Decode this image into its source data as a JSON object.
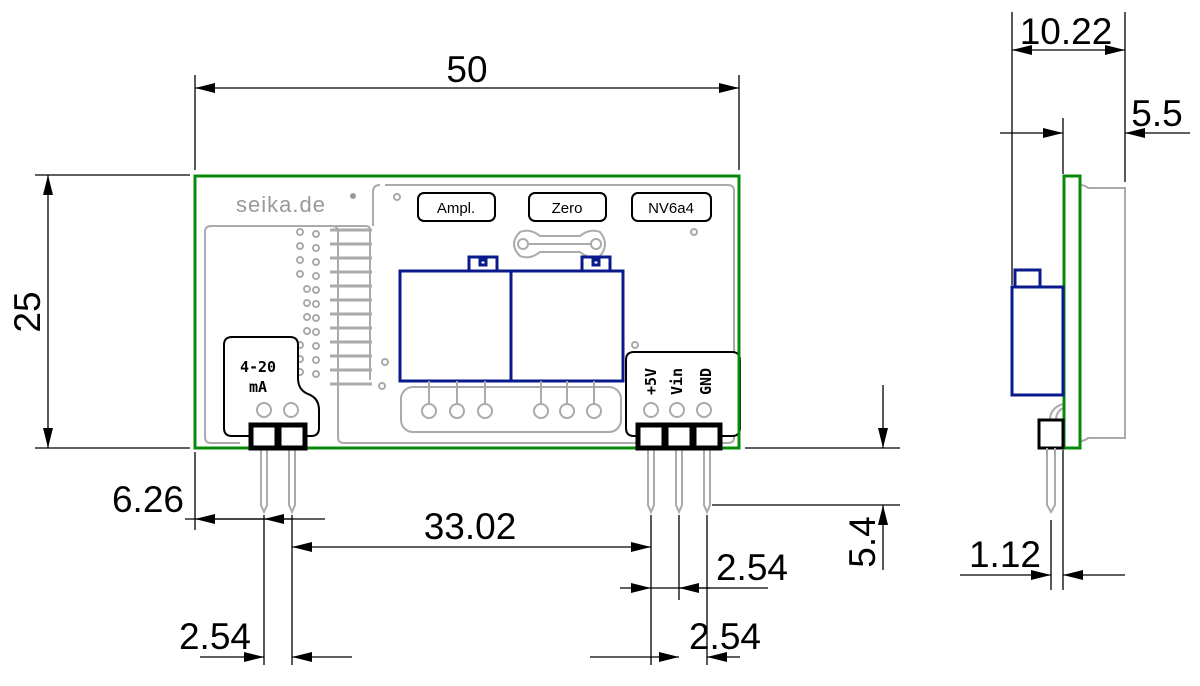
{
  "title": "Seika NV6a4 dimension drawing",
  "colors": {
    "pcb": "#0a8a0a",
    "component": "#0a1a8c",
    "silkscreen": "#aaaaaa"
  },
  "board": {
    "logo": "seika.de",
    "labels": {
      "ampl": "Ampl.",
      "zero": "Zero",
      "model": "NV6a4"
    },
    "output_label_line1": "4-20",
    "output_label_line2": "mA",
    "pin_labels": [
      "+5V",
      "Vin",
      "GND"
    ]
  },
  "dimensions": {
    "width": "50",
    "height": "25",
    "depth": "10.22",
    "back_height": "5.5",
    "left_pin_offset": "6.26",
    "pin_group_spacing": "33.02",
    "right_pitch_upper": "2.54",
    "pin_length": "5.4",
    "left_pitch": "2.54",
    "right_pitch_lower": "2.54",
    "pin_offset_side": "1.12"
  }
}
